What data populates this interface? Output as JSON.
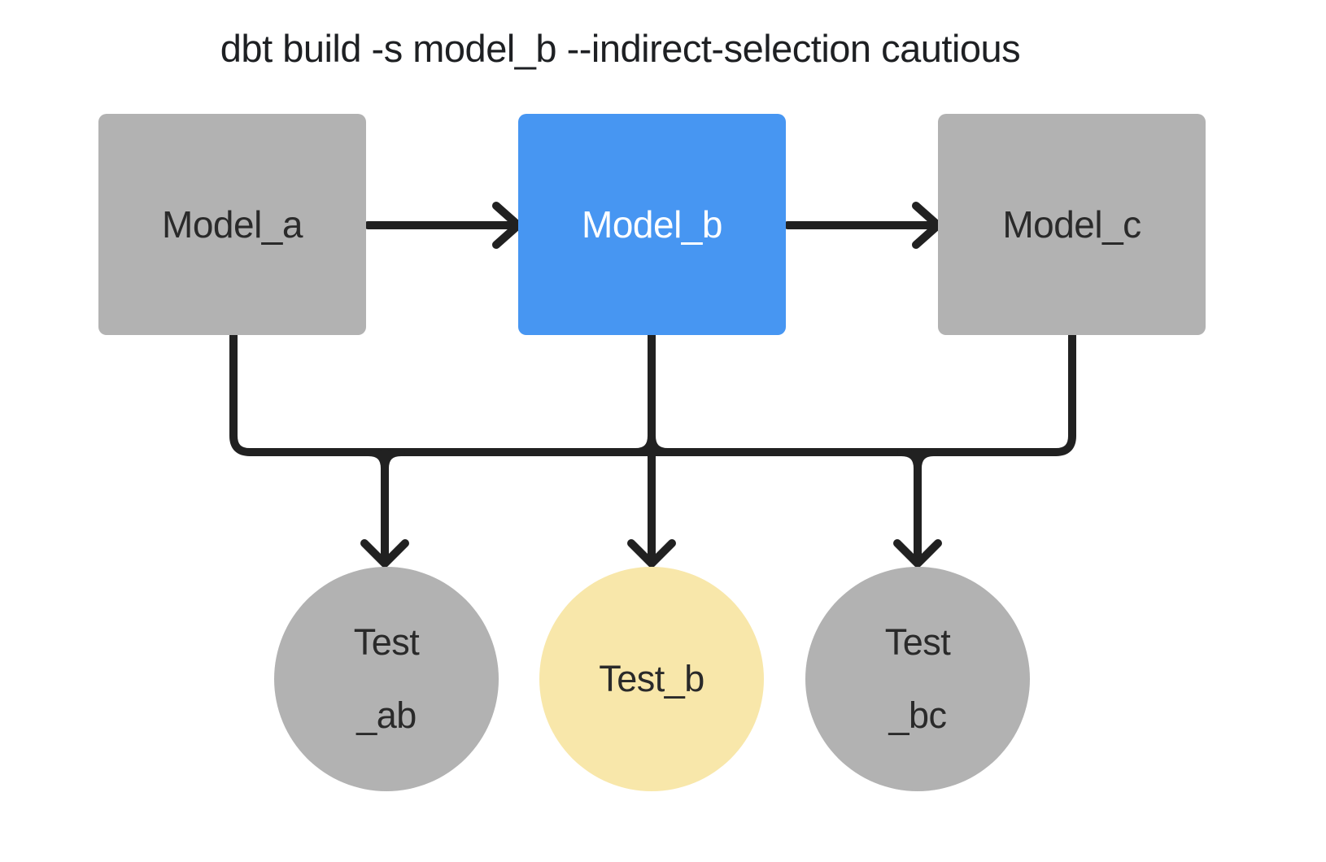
{
  "title": "dbt build -s model_b --indirect-selection cautious",
  "colors": {
    "background": "#ffffff",
    "node_gray": "#b2b2b2",
    "node_blue": "#4796f2",
    "node_yellow": "#f8e7aa",
    "line": "#212121",
    "title_text": "#1e2023",
    "text_dark": "#2a2a2a",
    "text_light": "#ffffff"
  },
  "models": [
    {
      "id": "model_a",
      "label": "Model_a",
      "variant": "gray"
    },
    {
      "id": "model_b",
      "label": "Model_b",
      "variant": "blue"
    },
    {
      "id": "model_c",
      "label": "Model_c",
      "variant": "gray"
    }
  ],
  "tests": [
    {
      "id": "test_ab",
      "line1": "Test",
      "line2": "_ab",
      "variant": "gray"
    },
    {
      "id": "test_b",
      "line1": "Test_b",
      "line2": "",
      "variant": "yellow"
    },
    {
      "id": "test_bc",
      "line1": "Test",
      "line2": "_bc",
      "variant": "gray"
    }
  ],
  "edges": [
    "model_a -> model_b",
    "model_b -> model_c",
    "model_a -> test_ab",
    "model_b -> test_ab",
    "model_b -> test_b",
    "model_b -> test_bc",
    "model_c -> test_bc"
  ]
}
